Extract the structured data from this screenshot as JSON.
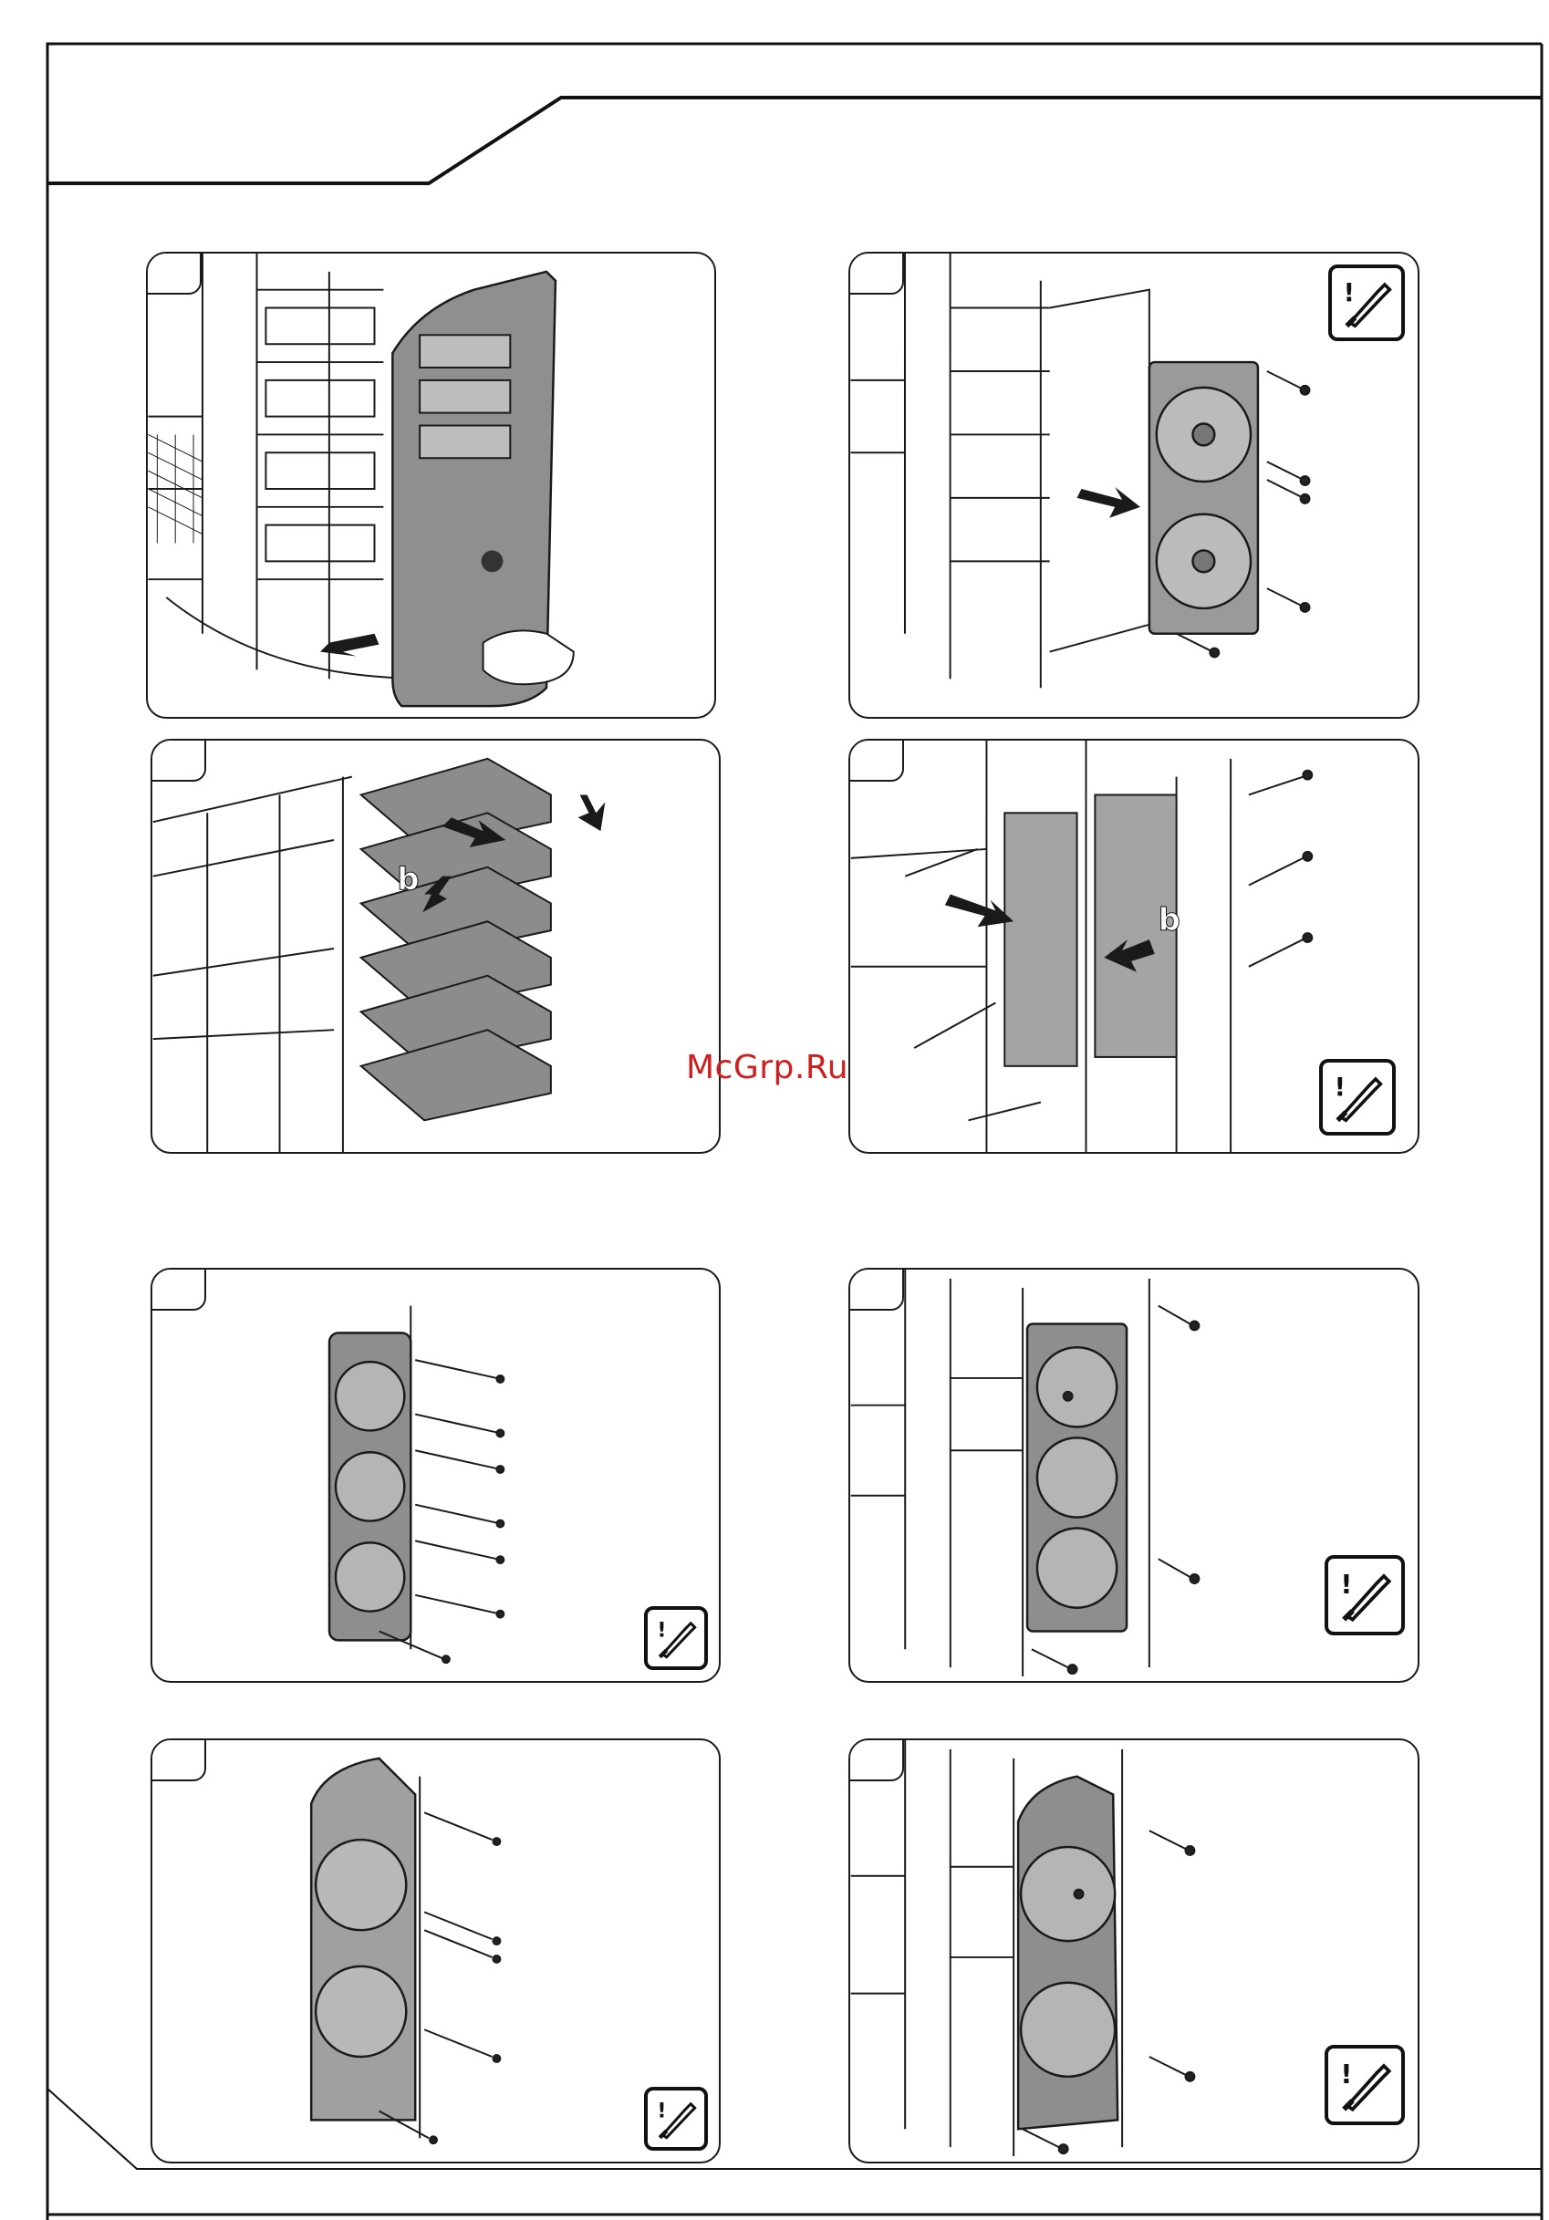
{
  "watermark": {
    "text": "McGrp.Ru",
    "color": "#cf1f1f"
  },
  "panels": [
    {
      "id": "step-1",
      "label": "",
      "icon": ""
    },
    {
      "id": "step-2",
      "label": "",
      "icon": "screwdriver-icon"
    },
    {
      "id": "step-3",
      "label": "b",
      "icon": ""
    },
    {
      "id": "step-4",
      "label": "b",
      "icon": "screwdriver-icon"
    },
    {
      "id": "step-5",
      "label": "",
      "icon": "screwdriver-icon"
    },
    {
      "id": "step-6",
      "label": "",
      "icon": "screwdriver-icon"
    },
    {
      "id": "step-7",
      "label": "",
      "icon": "screwdriver-icon"
    },
    {
      "id": "step-8",
      "label": "",
      "icon": "screwdriver-icon"
    }
  ],
  "colors": {
    "line": "#1a1a1a",
    "fill_gray": "#8a8a8a",
    "light_gray": "#cfcfcf"
  }
}
